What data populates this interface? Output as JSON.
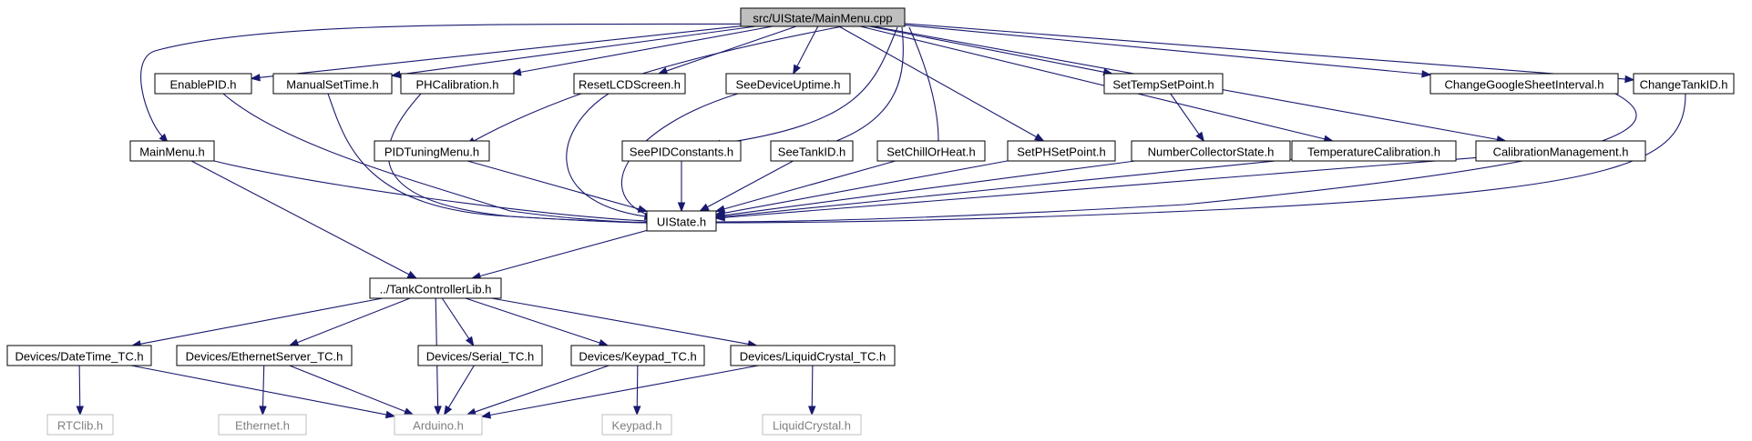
{
  "colors": {
    "edge": "#191970",
    "root_fill": "#bfbfbf",
    "node_border": "#000000",
    "external_border": "#bfbfbf",
    "external_text": "#7f7f7f"
  },
  "nodes": {
    "main_cpp": {
      "label": "src/UIState/MainMenu.cpp",
      "kind": "root"
    },
    "enable_pid": {
      "label": "EnablePID.h",
      "kind": "header"
    },
    "manual_set_time": {
      "label": "ManualSetTime.h",
      "kind": "header"
    },
    "ph_calibration": {
      "label": "PHCalibration.h",
      "kind": "header"
    },
    "reset_lcd": {
      "label": "ResetLCDScreen.h",
      "kind": "header"
    },
    "see_uptime": {
      "label": "SeeDeviceUptime.h",
      "kind": "header"
    },
    "set_temp": {
      "label": "SetTempSetPoint.h",
      "kind": "header"
    },
    "change_google": {
      "label": "ChangeGoogleSheetInterval.h",
      "kind": "header"
    },
    "change_tank": {
      "label": "ChangeTankID.h",
      "kind": "header"
    },
    "main_menu_h": {
      "label": "MainMenu.h",
      "kind": "header"
    },
    "pid_tuning": {
      "label": "PIDTuningMenu.h",
      "kind": "header"
    },
    "see_pid": {
      "label": "SeePIDConstants.h",
      "kind": "header"
    },
    "see_tank": {
      "label": "SeeTankID.h",
      "kind": "header"
    },
    "set_chill": {
      "label": "SetChillOrHeat.h",
      "kind": "header"
    },
    "set_ph": {
      "label": "SetPHSetPoint.h",
      "kind": "header"
    },
    "number_collector": {
      "label": "NumberCollectorState.h",
      "kind": "header"
    },
    "temp_calibration": {
      "label": "TemperatureCalibration.h",
      "kind": "header"
    },
    "calib_mgmt": {
      "label": "CalibrationManagement.h",
      "kind": "header"
    },
    "uistate": {
      "label": "UIState.h",
      "kind": "header"
    },
    "tank_lib": {
      "label": "../TankControllerLib.h",
      "kind": "header"
    },
    "datetime": {
      "label": "Devices/DateTime_TC.h",
      "kind": "header"
    },
    "ethernet_server": {
      "label": "Devices/EthernetServer_TC.h",
      "kind": "header"
    },
    "serial": {
      "label": "Devices/Serial_TC.h",
      "kind": "header"
    },
    "keypad_tc": {
      "label": "Devices/Keypad_TC.h",
      "kind": "header"
    },
    "liquid_tc": {
      "label": "Devices/LiquidCrystal_TC.h",
      "kind": "header"
    },
    "rtclib": {
      "label": "RTClib.h",
      "kind": "external"
    },
    "ethernet": {
      "label": "Ethernet.h",
      "kind": "external"
    },
    "arduino": {
      "label": "Arduino.h",
      "kind": "external"
    },
    "keypad": {
      "label": "Keypad.h",
      "kind": "external"
    },
    "liquidcrystal": {
      "label": "LiquidCrystal.h",
      "kind": "external"
    }
  },
  "edges": [
    [
      "main_cpp",
      "main_menu_h"
    ],
    [
      "main_cpp",
      "enable_pid"
    ],
    [
      "main_cpp",
      "manual_set_time"
    ],
    [
      "main_cpp",
      "ph_calibration"
    ],
    [
      "main_cpp",
      "pid_tuning"
    ],
    [
      "main_cpp",
      "reset_lcd"
    ],
    [
      "main_cpp",
      "see_uptime"
    ],
    [
      "main_cpp",
      "see_pid"
    ],
    [
      "main_cpp",
      "see_tank"
    ],
    [
      "main_cpp",
      "set_chill"
    ],
    [
      "main_cpp",
      "set_ph"
    ],
    [
      "main_cpp",
      "set_temp"
    ],
    [
      "main_cpp",
      "temp_calibration"
    ],
    [
      "main_cpp",
      "calib_mgmt"
    ],
    [
      "main_cpp",
      "change_google"
    ],
    [
      "main_cpp",
      "change_tank"
    ],
    [
      "enable_pid",
      "uistate"
    ],
    [
      "manual_set_time",
      "uistate"
    ],
    [
      "ph_calibration",
      "uistate"
    ],
    [
      "reset_lcd",
      "uistate"
    ],
    [
      "see_uptime",
      "uistate"
    ],
    [
      "main_menu_h",
      "uistate"
    ],
    [
      "pid_tuning",
      "uistate"
    ],
    [
      "see_pid",
      "uistate"
    ],
    [
      "see_tank",
      "uistate"
    ],
    [
      "set_chill",
      "uistate"
    ],
    [
      "set_ph",
      "uistate"
    ],
    [
      "set_temp",
      "number_collector"
    ],
    [
      "number_collector",
      "uistate"
    ],
    [
      "temp_calibration",
      "uistate"
    ],
    [
      "calib_mgmt",
      "uistate"
    ],
    [
      "change_google",
      "uistate"
    ],
    [
      "change_tank",
      "uistate"
    ],
    [
      "main_menu_h",
      "tank_lib"
    ],
    [
      "uistate",
      "tank_lib"
    ],
    [
      "tank_lib",
      "datetime"
    ],
    [
      "tank_lib",
      "ethernet_server"
    ],
    [
      "tank_lib",
      "arduino"
    ],
    [
      "tank_lib",
      "serial"
    ],
    [
      "tank_lib",
      "keypad_tc"
    ],
    [
      "tank_lib",
      "liquid_tc"
    ],
    [
      "datetime",
      "rtclib"
    ],
    [
      "datetime",
      "arduino"
    ],
    [
      "ethernet_server",
      "ethernet"
    ],
    [
      "ethernet_server",
      "arduino"
    ],
    [
      "serial",
      "arduino"
    ],
    [
      "keypad_tc",
      "arduino"
    ],
    [
      "keypad_tc",
      "keypad"
    ],
    [
      "liquid_tc",
      "arduino"
    ],
    [
      "liquid_tc",
      "liquidcrystal"
    ]
  ]
}
